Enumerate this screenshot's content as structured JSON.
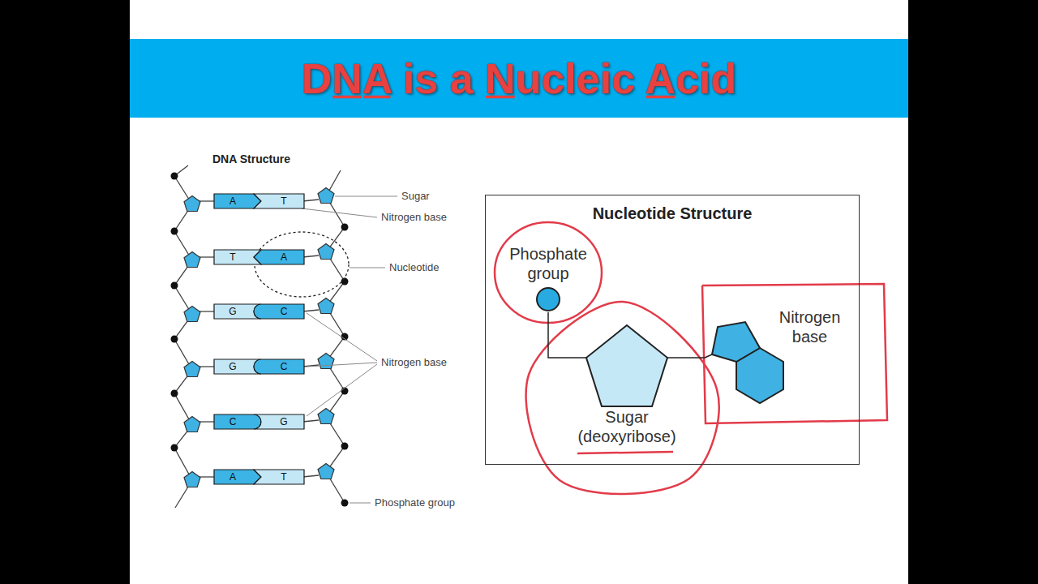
{
  "diagram": {
    "title": "DNA is a Nucleic Acid",
    "nodes": [
      {
        "text": [
          "A"
        ]
      },
      {
        "text": [
          "T"
        ]
      },
      {
        "text": [
          "T"
        ]
      },
      {
        "text": [
          "A"
        ]
      },
      {
        "text": [
          "G"
        ]
      },
      {
        "text": [
          "C"
        ]
      },
      {
        "text": [
          "G"
        ]
      },
      {
        "text": [
          "C"
        ]
      },
      {
        "text": [
          "C"
        ]
      },
      {
        "text": [
          "G"
        ]
      },
      {
        "text": [
          "A"
        ]
      },
      {
        "text": [
          "T"
        ]
      },
      {
        "text": [
          "Nucleotide Structure"
        ]
      },
      {
        "text": [
          "Phosphate group"
        ],
        "in": 12
      },
      {
        "text": [
          "Sugar (deoxyribose)"
        ],
        "in": 12
      },
      {
        "text": [
          "Nitrogen base"
        ],
        "in": 12
      }
    ],
    "edges": [
      {
        "from": 13,
        "to": 14,
        "arrow": "none"
      },
      {
        "from": 14,
        "to": 15,
        "arrow": "none"
      }
    ],
    "labels": [
      "DNA Structure",
      "Sugar",
      "Nitrogen base",
      "Nucleotide",
      "Nitrogen base",
      "Phosphate group"
    ]
  }
}
